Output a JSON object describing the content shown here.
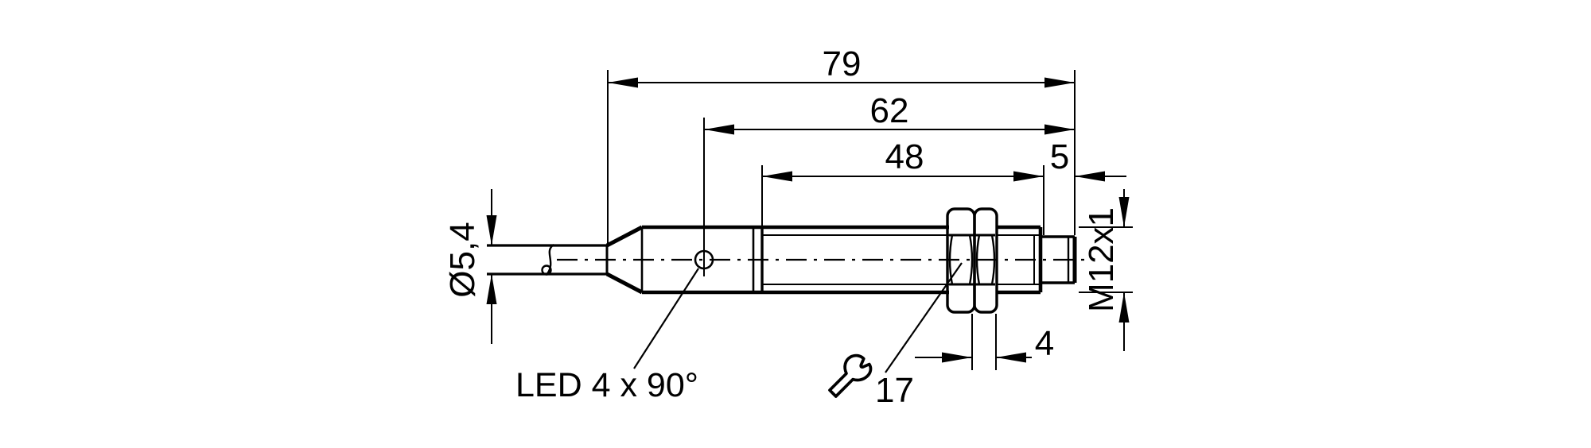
{
  "colors": {
    "background": "#ffffff",
    "line": "#000000"
  },
  "dimensions": {
    "overall_length": "79",
    "led_distance": "62",
    "thread_length": "48",
    "tip_length": "5",
    "nut_thickness": "4",
    "cable_diameter": "Ø5,4",
    "thread_size": "M12x1",
    "wrench_size": "17"
  },
  "callouts": {
    "led": "LED 4 x 90°"
  }
}
